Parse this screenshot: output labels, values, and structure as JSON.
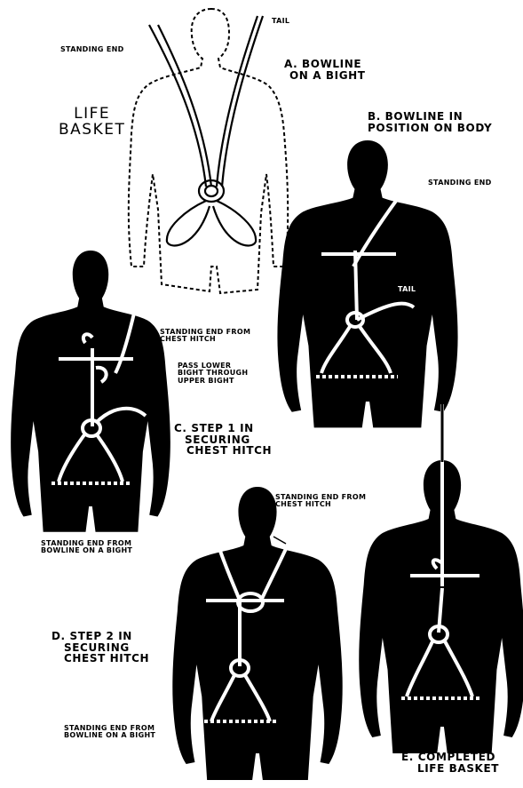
{
  "title": {
    "line1": "LIFE",
    "line2": "BASKET"
  },
  "panel_a": {
    "caption": {
      "line1": "A. BOWLINE",
      "line2": "ON A BIGHT"
    },
    "standing_end": "STANDING END",
    "tail": "TAIL"
  },
  "panel_b": {
    "caption": {
      "line1": "B. BOWLINE IN",
      "line2": "POSITION ON BODY"
    },
    "standing_end": "STANDING END",
    "tail": "TAIL"
  },
  "panel_c": {
    "caption": {
      "line1": "C. STEP 1 IN",
      "line2": "SECURING",
      "line3": "CHEST HITCH"
    },
    "standing_end_chest": {
      "line1": "STANDING END FROM",
      "line2": "CHEST HITCH"
    },
    "pass_lower": {
      "line1": "PASS LOWER",
      "line2": "BIGHT THROUGH",
      "line3": "UPPER BIGHT"
    },
    "standing_end_bowline": {
      "line1": "STANDING END FROM",
      "line2": "BOWLINE ON A BIGHT"
    }
  },
  "panel_d": {
    "caption": {
      "line1": "D. STEP 2 IN",
      "line2": "SECURING",
      "line3": "CHEST HITCH"
    },
    "standing_end_chest": {
      "line1": "STANDING END FROM",
      "line2": "CHEST HITCH"
    },
    "standing_end_bowline": {
      "line1": "STANDING END FROM",
      "line2": "BOWLINE ON A BIGHT"
    }
  },
  "panel_e": {
    "caption": {
      "line1": "E. COMPLETED",
      "line2": "LIFE BASKET"
    }
  },
  "colors": {
    "ink": "#000000",
    "paper": "#ffffff"
  }
}
